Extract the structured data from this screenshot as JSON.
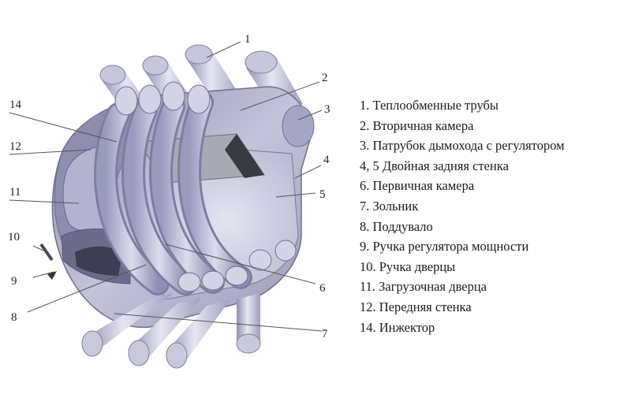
{
  "callouts": [
    "1",
    "2",
    "3",
    "4",
    "5",
    "6",
    "7",
    "8",
    "9",
    "10",
    "11",
    "12",
    "14"
  ],
  "legend": [
    "1. Теплообменные трубы",
    "2. Вторичная камера",
    "3. Патрубок дымохода с регулятором",
    "4, 5 Двойная задняя стенка",
    "6. Первичная камера",
    "7. Зольник",
    "8. Поддувало",
    "9. Ручка регулятора мощности",
    "10. Ручка дверцы",
    "11. Загрузочная дверца",
    "12. Передняя стенка",
    "14. Инжектор"
  ],
  "colors": {
    "metal_light": "#d8d8ea",
    "metal_mid": "#a7a7c6",
    "metal_dark": "#6d6d8d",
    "chamber_grey": "#9a9aa4",
    "text": "#1a1a1a"
  }
}
